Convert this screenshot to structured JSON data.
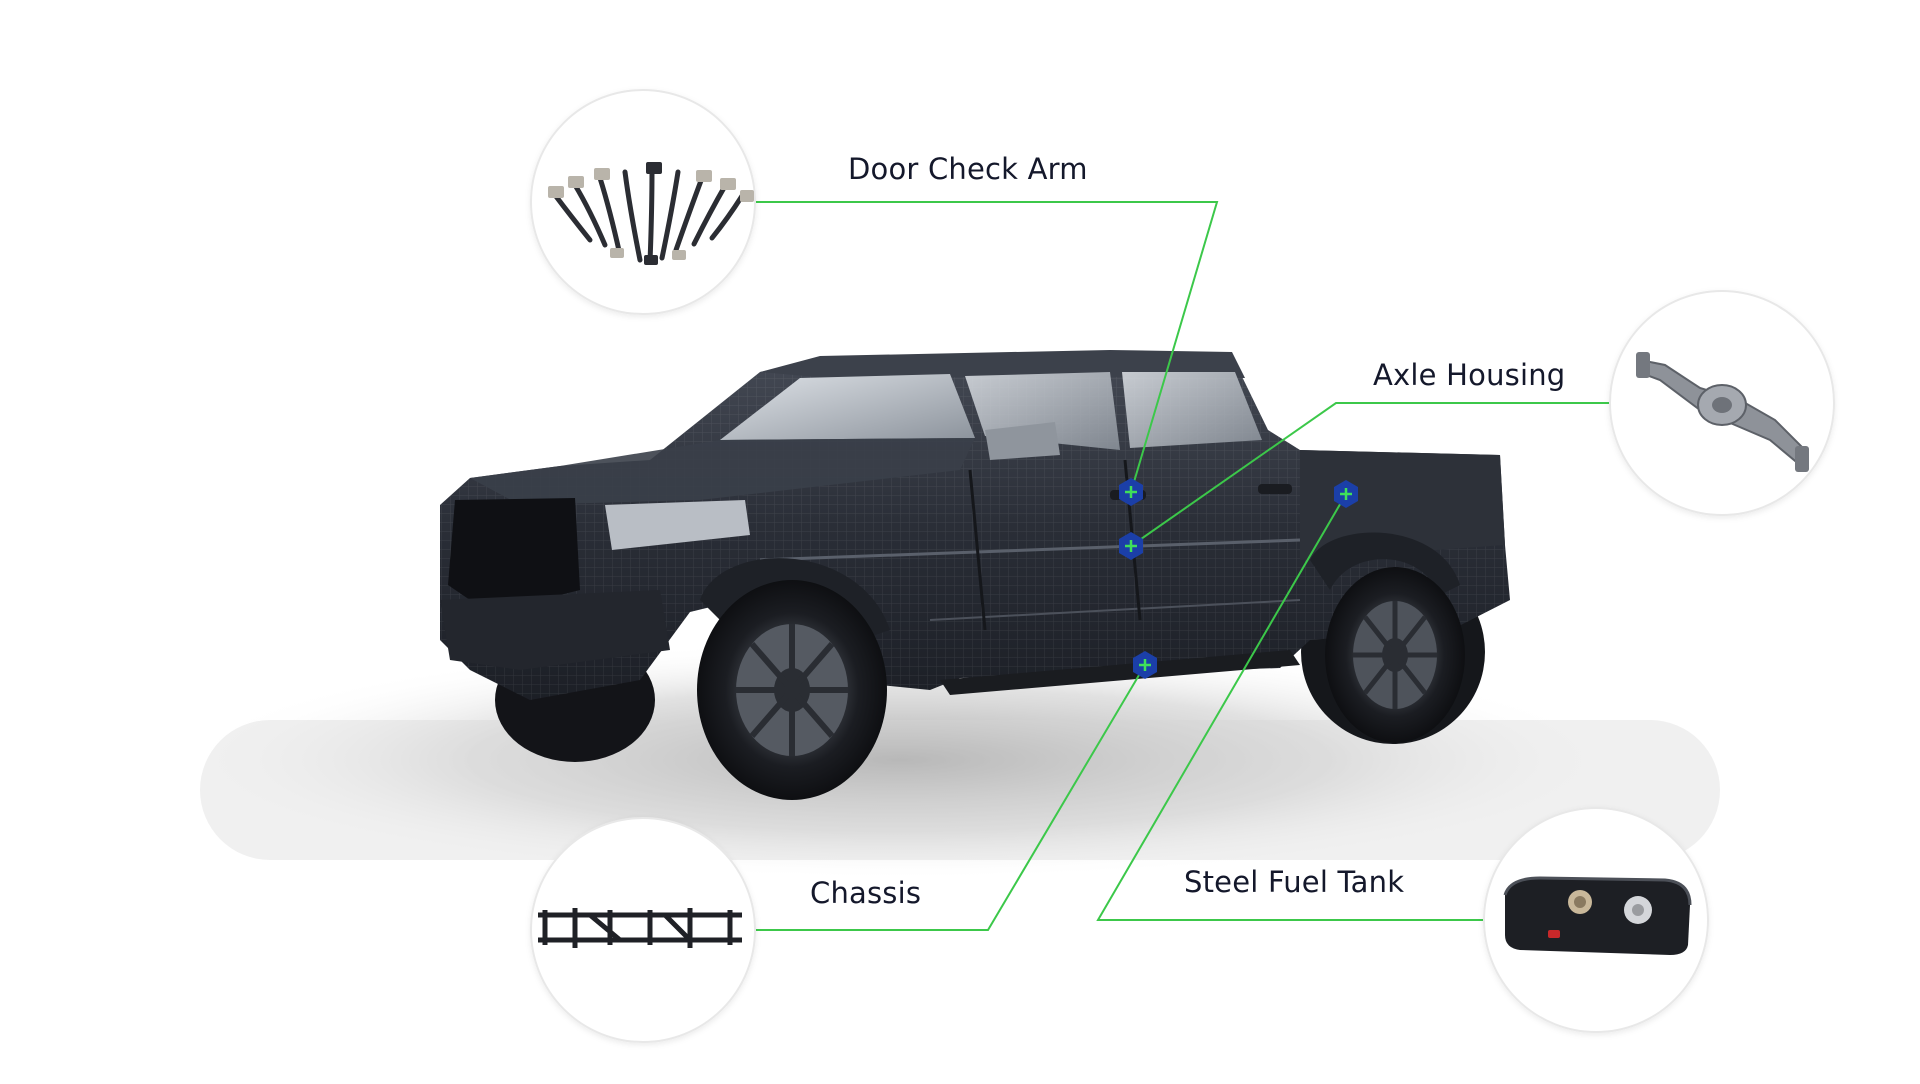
{
  "callouts": {
    "door_check_arm": "Door Check Arm",
    "axle_housing": "Axle Housing",
    "chassis": "Chassis",
    "steel_fuel_tank": "Steel Fuel Tank"
  },
  "colors": {
    "leader_line": "#3cc84a",
    "hotspot_fill": "#1b3fa8",
    "hotspot_plus": "#3fe05a",
    "label_text": "#14182b",
    "truck_body": "#2b2f38",
    "circle_border": "#e8e8e8"
  },
  "icons": [
    "door-check-arms-icon",
    "axle-housing-icon",
    "chassis-frame-icon",
    "fuel-tank-icon",
    "hotspot-plus-icon"
  ]
}
